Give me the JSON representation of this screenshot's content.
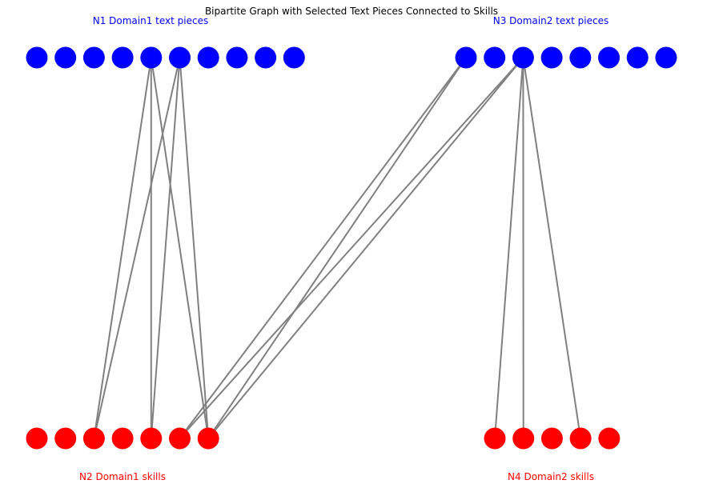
{
  "title": "Bipartite Graph with Selected Text Pieces Connected to Skills",
  "colors": {
    "text_node": "#0000ff",
    "skill_node": "#ff0000",
    "edge": "#808080",
    "text_label": "#0000ff",
    "skill_label": "#ff0000"
  },
  "groups": {
    "n1": {
      "label": "N1 Domain1 text pieces",
      "kind": "text",
      "count": 10
    },
    "n2": {
      "label": "N2 Domain1 skills",
      "kind": "skill",
      "count": 7
    },
    "n3": {
      "label": "N3 Domain2 text pieces",
      "kind": "text",
      "count": 8
    },
    "n4": {
      "label": "N4 Domain2 skills",
      "kind": "skill",
      "count": 5
    }
  },
  "edges": [
    [
      "n1",
      4,
      "n2",
      2
    ],
    [
      "n1",
      4,
      "n2",
      4
    ],
    [
      "n1",
      4,
      "n2",
      6
    ],
    [
      "n1",
      5,
      "n2",
      2
    ],
    [
      "n1",
      5,
      "n2",
      4
    ],
    [
      "n1",
      5,
      "n2",
      6
    ],
    [
      "n3",
      0,
      "n2",
      5
    ],
    [
      "n3",
      0,
      "n2",
      6
    ],
    [
      "n3",
      2,
      "n2",
      5
    ],
    [
      "n3",
      2,
      "n2",
      6
    ],
    [
      "n3",
      2,
      "n4",
      0
    ],
    [
      "n3",
      2,
      "n4",
      1
    ],
    [
      "n3",
      2,
      "n4",
      3
    ]
  ]
}
